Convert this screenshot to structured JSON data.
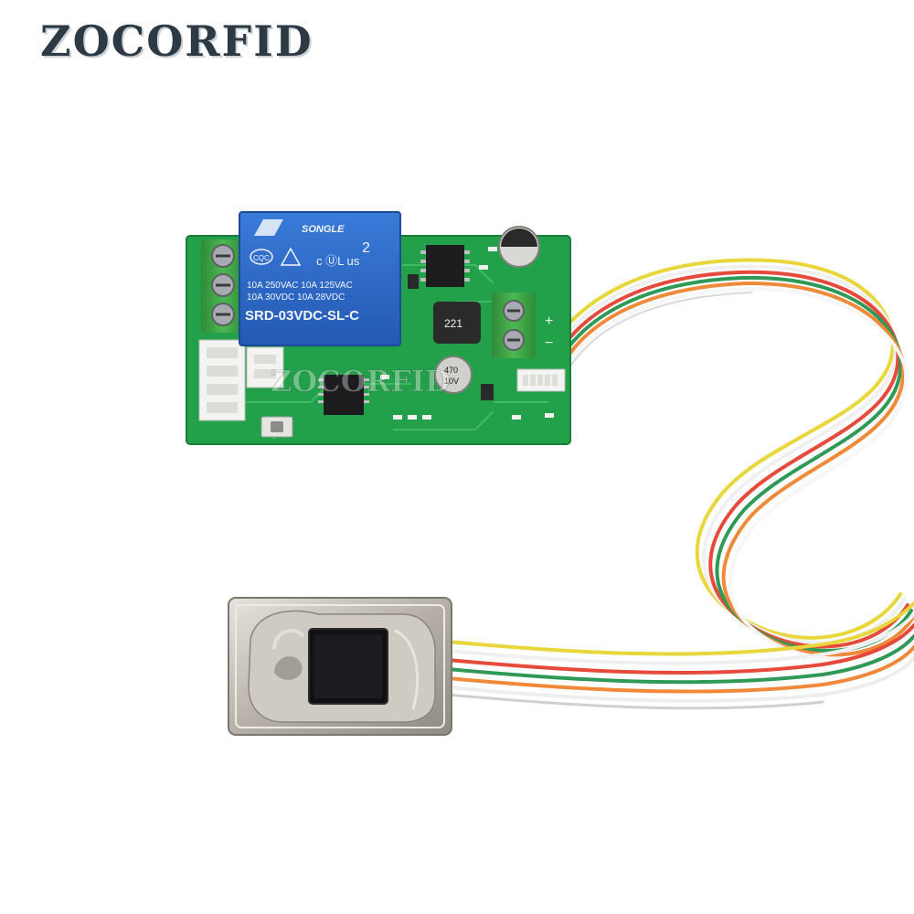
{
  "brand": {
    "text": "ZOCORFID"
  },
  "relay": {
    "maker": "SONGLE",
    "cert_cqc": "CQC",
    "cert_ul_mark": "c ⓊL us",
    "pins": "2",
    "rating_row1": "10A 250VAC  10A 125VAC",
    "rating_row2": "10A  30VDC  10A  28VDC",
    "model": "SRD-03VDC-SL-C"
  },
  "board": {
    "inductor_label": "221",
    "cap_label_1": "470",
    "cap_label_2": "10V",
    "plus_sign": "+",
    "minus_sign": "−",
    "watermark": "ZOCORFID"
  },
  "wire_colors": [
    "#e8d63a",
    "#f2f2f2",
    "#e54a3a",
    "#2f9a57",
    "#f08a3a",
    "#f7f7f7"
  ],
  "colors": {
    "pcb": "#23a14a",
    "relay_blue": "#2d69c8",
    "terminal_green": "#3ea245",
    "sensor_frame": "#c9c4bd"
  }
}
